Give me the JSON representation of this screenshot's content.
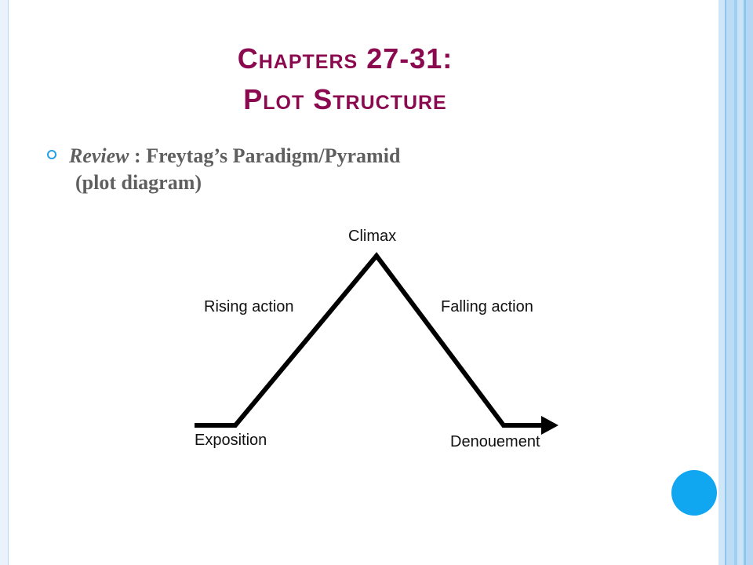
{
  "slide": {
    "title_line1": "Chapters 27-31:",
    "title_line2": "Plot Structure",
    "bullet": {
      "italic": "Review",
      "text": " : Freytag’s Paradigm/Pyramid",
      "continuation": "(plot diagram)"
    }
  },
  "diagram": {
    "labels": {
      "climax": "Climax",
      "rising": "Rising action",
      "falling": "Falling action",
      "exposition": "Exposition",
      "denouement": "Denouement"
    }
  },
  "colors": {
    "title": "#8b0a4f",
    "bullet": "#22a0e8",
    "body_text": "#5f5f5f",
    "accent_circle": "#10a6f0"
  }
}
